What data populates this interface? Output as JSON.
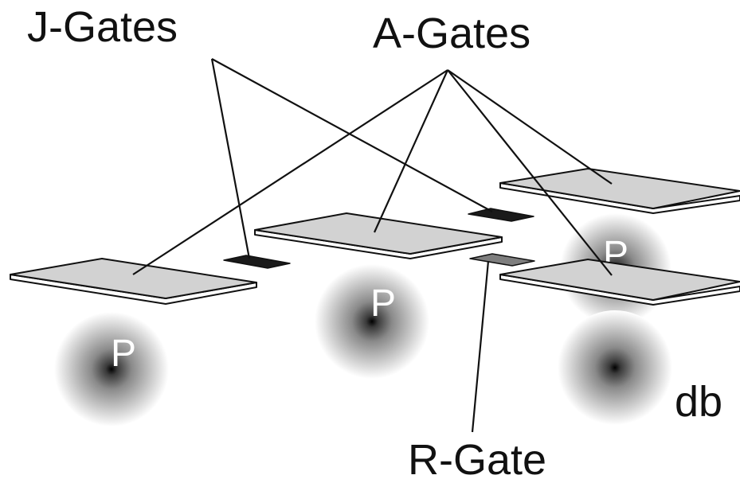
{
  "labels": {
    "j_gates": "J-Gates",
    "a_gates": "A-Gates",
    "r_gate": "R-Gate",
    "db": "db",
    "p_left": "P",
    "p_center": "P",
    "p_right": "P"
  },
  "colors": {
    "plate_fill": "#d2d2d2",
    "j_gate_fill": "#1a1a1a",
    "r_gate_fill": "#7e7e7e",
    "outline": "#111111",
    "p_label": "#ffffff"
  }
}
